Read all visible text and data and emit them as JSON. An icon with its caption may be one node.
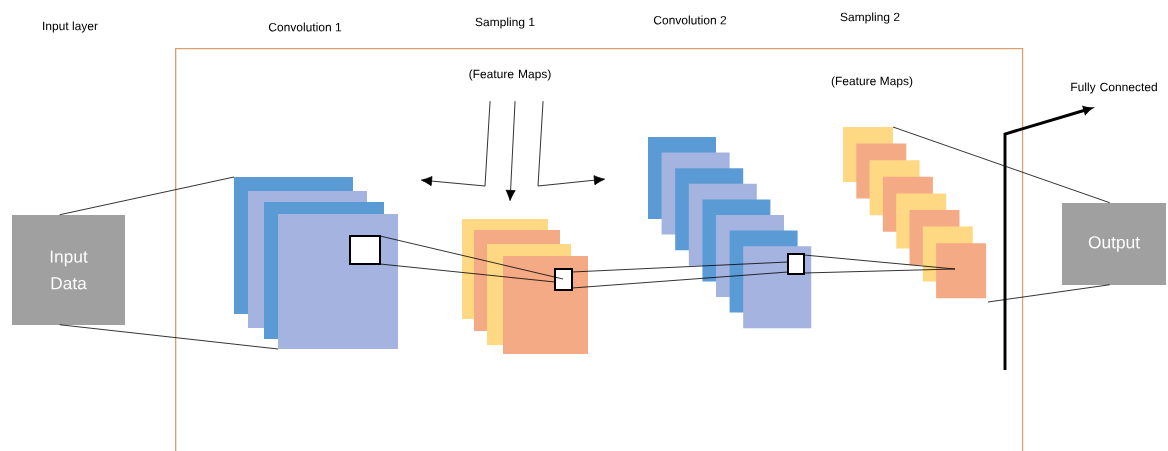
{
  "diagram": {
    "nodes": [
      {
        "text": [
          "Input Data"
        ]
      },
      {
        "text": [],
        "shape": "box"
      },
      {
        "text": [
          "(Feature Maps)"
        ],
        "in": 1
      },
      {
        "text": [],
        "shape": "box",
        "in": 1
      },
      {
        "text": [],
        "shape": "box",
        "in": 1
      },
      {
        "text": [],
        "shape": "box",
        "in": 1
      },
      {
        "text": [],
        "shape": "box",
        "in": 1
      },
      {
        "text": [
          "Fully Connected"
        ]
      },
      {
        "text": [
          "Output"
        ]
      }
    ],
    "edges": [
      {
        "from": 0,
        "to": 3,
        "arrow": "none"
      },
      {
        "from": 0,
        "to": 3,
        "arrow": "none"
      },
      {
        "from": 2,
        "to": 3,
        "arrow": "to"
      },
      {
        "from": 2,
        "to": 4,
        "arrow": "to"
      },
      {
        "from": 2,
        "to": 5,
        "arrow": "to"
      },
      {
        "from": 3,
        "to": 4,
        "arrow": "none"
      },
      {
        "from": 3,
        "to": 4,
        "arrow": "none"
      },
      {
        "from": 4,
        "to": 5,
        "arrow": "none"
      },
      {
        "from": 4,
        "to": 5,
        "arrow": "none"
      },
      {
        "from": 5,
        "to": 6,
        "arrow": "none"
      },
      {
        "from": 5,
        "to": 6,
        "arrow": "none"
      },
      {
        "from": 6,
        "to": 8,
        "arrow": "none"
      },
      {
        "from": 6,
        "to": 8,
        "arrow": "none"
      },
      {
        "from": null,
        "to": 7,
        "arrow": "to",
        "style": "thick"
      }
    ],
    "labels": [
      "Input layer",
      "Convolution 1",
      "Sampling 1",
      "Convolution 2",
      "Sampling 2",
      "(Feature Maps)"
    ]
  }
}
